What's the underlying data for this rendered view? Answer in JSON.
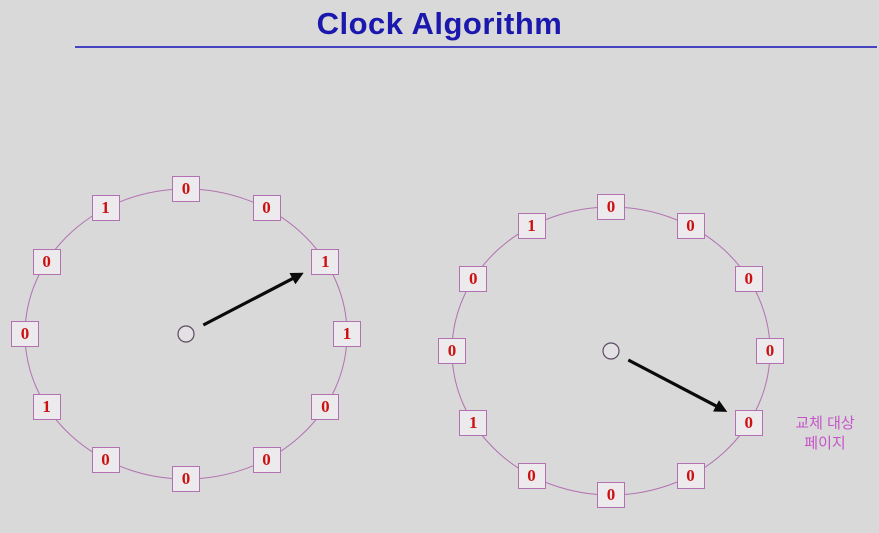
{
  "title": "Clock Algorithm",
  "colors": {
    "background": "#d9d9d9",
    "title": "#1b18ae",
    "rule": "#4543c0",
    "ring": "#b272b2",
    "box_border": "#b272b2",
    "box_fill": "#eceaec",
    "bit_value": "#cc1111",
    "arrow": "#0a0a0a",
    "center_circle_stroke": "#5a4a60",
    "label": "#c455c8"
  },
  "clocks": [
    {
      "id": "left",
      "values": [
        "0",
        "0",
        "1",
        "1",
        "0",
        "0",
        "0",
        "0",
        "1",
        "0",
        "0",
        "1"
      ],
      "arrow_to_index": 2,
      "arrow_target_value": "1",
      "label_line1": "",
      "label_line2": ""
    },
    {
      "id": "right",
      "values": [
        "0",
        "0",
        "0",
        "0",
        "0",
        "0",
        "0",
        "0",
        "1",
        "0",
        "0",
        "1"
      ],
      "arrow_to_index": 4,
      "arrow_target_value": "0",
      "label_line1": "교체 대상",
      "label_line2": "페이지"
    }
  ]
}
